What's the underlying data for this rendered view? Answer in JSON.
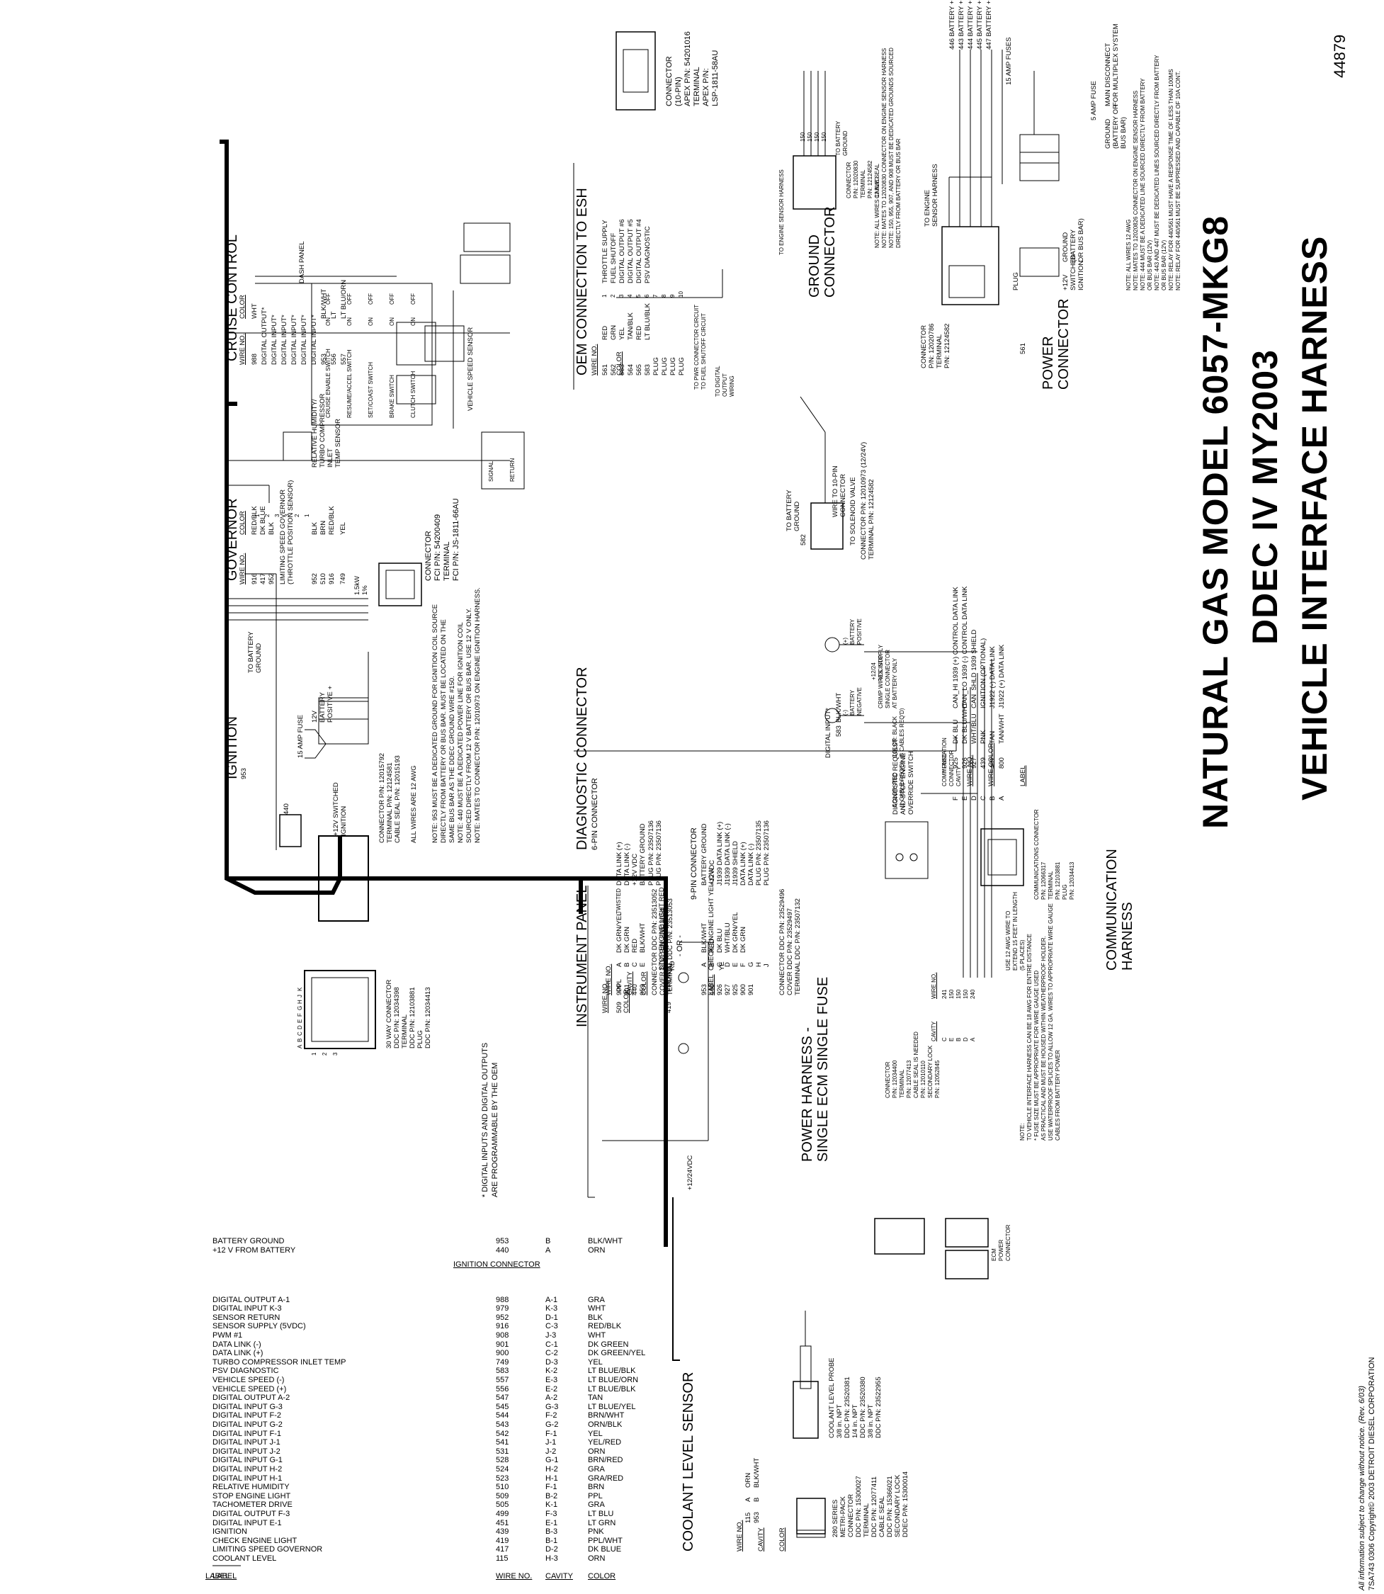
{
  "doc_number": "44879",
  "title": {
    "line1": "NATURAL GAS MODEL 6057-MKG8",
    "line2": "DDEC IV MY2003",
    "line3": "VEHICLE INTERFACE HARNESS"
  },
  "footer": {
    "notice": "All information subject to change without notice. (Rev. 6/03)",
    "copyright": "7SA743 0306 Copyright© 2003 DETROIT DIESEL CORPORATION"
  },
  "pin_table": {
    "headers": {
      "label": "LABEL",
      "wire": "WIRE NO.",
      "cavity": "CAVITY",
      "color": "COLOR"
    },
    "rows": [
      {
        "label": "COOLANT LEVEL",
        "wire": "115",
        "cavity": "H-3",
        "color": "ORN"
      },
      {
        "label": "LIMITING SPEED GOVERNOR",
        "wire": "417",
        "cavity": "D-2",
        "color": "DK BLUE"
      },
      {
        "label": "CHECK ENGINE LIGHT",
        "wire": "419",
        "cavity": "B-1",
        "color": "PPL/WHT"
      },
      {
        "label": "IGNITION",
        "wire": "439",
        "cavity": "B-3",
        "color": "PNK"
      },
      {
        "label": "DIGITAL INPUT E-1",
        "wire": "451",
        "cavity": "E-1",
        "color": "LT GRN"
      },
      {
        "label": "DIGITAL OUTPUT F-3",
        "wire": "499",
        "cavity": "F-3",
        "color": "LT BLU"
      },
      {
        "label": "TACHOMETER DRIVE",
        "wire": "505",
        "cavity": "K-1",
        "color": "GRA"
      },
      {
        "label": "STOP ENGINE LIGHT",
        "wire": "509",
        "cavity": "B-2",
        "color": "PPL"
      },
      {
        "label": "RELATIVE HUMIDITY",
        "wire": "510",
        "cavity": "F-1",
        "color": "BRN"
      },
      {
        "label": "DIGITAL INPUT H-1",
        "wire": "523",
        "cavity": "H-1",
        "color": "GRA/RED"
      },
      {
        "label": "DIGITAL INPUT H-2",
        "wire": "524",
        "cavity": "H-2",
        "color": "GRA"
      },
      {
        "label": "DIGITAL INPUT G-1",
        "wire": "528",
        "cavity": "G-1",
        "color": "BRN/RED"
      },
      {
        "label": "DIGITAL INPUT J-2",
        "wire": "531",
        "cavity": "J-2",
        "color": "ORN"
      },
      {
        "label": "DIGITAL INPUT J-1",
        "wire": "541",
        "cavity": "J-1",
        "color": "YEL/RED"
      },
      {
        "label": "DIGITAL INPUT F-1",
        "wire": "542",
        "cavity": "F-1",
        "color": "YEL"
      },
      {
        "label": "DIGITAL INPUT G-2",
        "wire": "543",
        "cavity": "G-2",
        "color": "ORN/BLK"
      },
      {
        "label": "DIGITAL INPUT F-2",
        "wire": "544",
        "cavity": "F-2",
        "color": "BRN/WHT"
      },
      {
        "label": "DIGITAL INPUT G-3",
        "wire": "545",
        "cavity": "G-3",
        "color": "LT BLUE/YEL"
      },
      {
        "label": "DIGITAL OUTPUT A-2",
        "wire": "547",
        "cavity": "A-2",
        "color": "TAN"
      },
      {
        "label": "VEHICLE SPEED (+)",
        "wire": "556",
        "cavity": "E-2",
        "color": "LT BLUE/BLK"
      },
      {
        "label": "VEHICLE SPEED (-)",
        "wire": "557",
        "cavity": "E-3",
        "color": "LT BLUE/ORN"
      },
      {
        "label": "PSV DIAGNOSTIC",
        "wire": "583",
        "cavity": "K-2",
        "color": "LT BLUE/BLK"
      },
      {
        "label": "TURBO COMPRESSOR INLET TEMP",
        "wire": "749",
        "cavity": "D-3",
        "color": "YEL"
      },
      {
        "label": "DATA LINK (+)",
        "wire": "900",
        "cavity": "C-2",
        "color": "DK GREEN/YEL"
      },
      {
        "label": "DATA LINK (-)",
        "wire": "901",
        "cavity": "C-1",
        "color": "DK GREEN"
      },
      {
        "label": "PWM #1",
        "wire": "908",
        "cavity": "J-3",
        "color": "WHT"
      },
      {
        "label": "SENSOR SUPPLY (5VDC)",
        "wire": "916",
        "cavity": "C-3",
        "color": "RED/BLK"
      },
      {
        "label": "SENSOR RETURN",
        "wire": "952",
        "cavity": "D-1",
        "color": "BLK"
      },
      {
        "label": "DIGITAL INPUT K-3",
        "wire": "979",
        "cavity": "K-3",
        "color": "WHT"
      },
      {
        "label": "DIGITAL OUTPUT A-1",
        "wire": "988",
        "cavity": "A-1",
        "color": "GRA"
      }
    ],
    "ignition_connector": {
      "title": "IGNITION CONNECTOR",
      "rows": [
        {
          "label": "+12 V FROM BATTERY",
          "wire": "440",
          "cavity": "A",
          "color": "ORN"
        },
        {
          "label": "BATTERY GROUND",
          "wire": "953",
          "cavity": "B",
          "color": "BLK/WHT"
        }
      ]
    }
  },
  "ecm_connector": {
    "lines": [
      "30 WAY CONNECTOR",
      "DDC P/N: 12034398",
      "TERMINAL",
      "DDC P/N: 12103881",
      "PLUG",
      "DDC P/N: 12034413"
    ],
    "row_letters": [
      "A",
      "B",
      "C",
      "D",
      "E",
      "F",
      "G",
      "H",
      "J",
      "K"
    ],
    "col_numbers": [
      "1",
      "2",
      "3"
    ]
  },
  "programmable_note": [
    "* DIGITAL INPUTS AND DIGITAL OUTPUTS",
    "ARE PROGRAMMABLE BY THE OEM"
  ],
  "cruise_control": {
    "title": "CRUISE CONTROL",
    "headers": {
      "wire": "WIRE NO.",
      "color": "COLOR"
    },
    "wires": [
      {
        "wire": "988",
        "color": "WHT",
        "label": ""
      },
      {
        "label": "DIGITAL OUTPUT*",
        "wire": "",
        "color": ""
      },
      {
        "label": "DIGITAL INPUT*",
        "wire": "",
        "color": ""
      },
      {
        "label": "DIGITAL INPUT*",
        "wire": "",
        "color": ""
      },
      {
        "label": "DIGITAL INPUT*",
        "wire": "",
        "color": ""
      },
      {
        "label": "DIGITAL INPUT*",
        "wire": "",
        "color": ""
      },
      {
        "label": "DIGITAL INPUT*",
        "wire": "",
        "color": ""
      },
      {
        "wire": "953",
        "color": "BLK/WHT",
        "label": ""
      },
      {
        "wire": "556",
        "color": "LT",
        "label": ""
      },
      {
        "wire": "557",
        "color": "LT BLU/ORN",
        "label": ""
      }
    ],
    "dash_panel": "DASH PANEL",
    "on": "ON",
    "off": "OFF",
    "switches": [
      "CRUISE ENABLE SWITCH",
      "RESUME/ACCEL SWITCH",
      "SET/COAST SWITCH",
      "BRAKE SWITCH",
      "CLUTCH SWITCH"
    ],
    "vss": "VEHICLE SPEED SENSOR",
    "signal": "SIGNAL",
    "return": "RETURN"
  },
  "governor": {
    "title": "GOVERNOR",
    "headers": {
      "wire": "WIRE NO.",
      "color": "COLOR"
    },
    "lsg_wires": [
      {
        "wire": "916",
        "color": "RED/BLK"
      },
      {
        "wire": "417",
        "color": "DK BLUE"
      },
      {
        "wire": "952",
        "color": "BLK"
      }
    ],
    "lsg_label": [
      "LIMITING SPEED GOVERNOR",
      "(THROTTLE POSITION SENSOR)"
    ],
    "rh_wires": [
      {
        "wire": "952",
        "color": "BLK"
      },
      {
        "wire": "510",
        "color": "BRN"
      },
      {
        "wire": "916",
        "color": "RED/BLK"
      }
    ],
    "rh_label": [
      "RELATIVE HUMIDITY/",
      "TURBO COMPRESSOR",
      "INLET",
      "TEMP SENSOR"
    ],
    "temp_wire": {
      "wire": "749",
      "color": "YEL"
    },
    "resistor": [
      "1.5kW",
      "1%"
    ],
    "connector": [
      "CONNECTOR",
      "FCI P/N: 54200409",
      "TERMINAL",
      "FCI P/N: JS-1811-66AU"
    ],
    "pins": [
      "1",
      "2",
      "3",
      "3",
      "2",
      "1"
    ]
  },
  "ignition": {
    "title": "IGNITION",
    "wire_953": "953",
    "wire_440": "440",
    "fuse": "15 AMP FUSE",
    "battery_pos": [
      "12V",
      "BATTERY",
      "POSITIVE +"
    ],
    "to_battery_ground": [
      "TO BATTERY",
      "GROUND"
    ],
    "switched": [
      "+12V SWITCHED",
      "IGNITION"
    ],
    "connector": [
      "CONNECTOR P/N: 12015792",
      "TERMINAL P/N: 12124581",
      "CABLE SEAL P/N: 12015193"
    ],
    "all_wires": "ALL WIRES ARE 12 AWG",
    "notes": [
      "NOTE: 953 MUST BE A DEDICATED GROUND FOR IGNITION COIL SOURCE",
      "DIRECTLY FROM BATTERY OR BUS BAR. MUST BE LOCATED ON THE",
      "SAME BUS BAR AS THE DDEC GROUND WIRE #150.",
      "NOTE: 440 MUST BE A DEDICATED POWER LINE FOR IGNITION COIL",
      "SOURCED DIRECTLY FROM 12 V BATTERY OR BUS BAR. USE 12 V ONLY.",
      "NOTE: MATES TO CONNECTOR P/N: 12010973 ON ENGINE IGNITION HARNESS."
    ]
  },
  "diagnostic_connector": {
    "title": "DIAGNOSTIC CONNECTOR",
    "six_pin_title": "6-PIN CONNECTOR",
    "headers": {
      "wire": "WIRE NO.",
      "cavity": "CAVITY",
      "color": "COLOR",
      "label": "LABEL"
    },
    "six_pin": [
      {
        "wire": "900",
        "cavity": "A",
        "color": "DK GRN/YEL",
        "label": "DATA LINK (+)"
      },
      {
        "wire": "901",
        "cavity": "B",
        "color": "DK GRN",
        "label": "DATA LINK (-)"
      },
      {
        "wire": "440",
        "cavity": "C",
        "color": "RED",
        "label": "+12V VDC"
      },
      {
        "wire": "953",
        "cavity": "E",
        "color": "BLK/WHT",
        "label": "BATTERY GROUND"
      }
    ],
    "twisted": "TWISTED",
    "six_pin_parts": [
      "CONNECTOR DDC P/N: 23513052",
      "COVER DDC P/N: 23513054",
      "TERMINAL DDC P/N: 23513053"
    ],
    "six_pin_parts2": [
      "PLUG P/N: 23507136",
      "PLUG P/N: 23507136"
    ],
    "or": "- OR -",
    "nine_pin_title": "9-PIN CONNECTOR",
    "nine_pin": [
      {
        "wire": "953",
        "cavity": "A",
        "color": "BLK/WHT",
        "label": "BATTERY GROUND"
      },
      {
        "wire": "440",
        "cavity": "B",
        "color": "RED",
        "label": "+12VDC"
      },
      {
        "wire": "926",
        "cavity": "C",
        "color": "DK BLU",
        "label": "J1939 DATA LINK (+)"
      },
      {
        "wire": "927",
        "cavity": "D",
        "color": "WHT/BLU",
        "label": "J1939 DATA LINK (-)"
      },
      {
        "wire": "925",
        "cavity": "E",
        "color": "DK GRN/YEL",
        "label": "J1939 SHIELD"
      },
      {
        "wire": "900",
        "cavity": "F",
        "color": "DK GRN",
        "label": "DATA LINK (+)"
      },
      {
        "wire": "901",
        "cavity": "G",
        "color": "",
        "label": "DATA LINK (-)"
      },
      {
        "wire": "",
        "cavity": "H",
        "color": "",
        "label": "PLUG P/N: 23507135"
      },
      {
        "wire": "",
        "cavity": "J",
        "color": "",
        "label": "PLUG P/N: 23507136"
      }
    ],
    "nine_pin_parts": [
      "CONNECTOR DDC P/N: 23529496",
      "COVER DDC P/N: 23529497",
      "TERMINAL DDC P/N: 23507132"
    ],
    "request": {
      "wire": "583",
      "color": "BLK/WHT",
      "label": "DIGITAL INPUT*"
    },
    "request_label": [
      "DIAGNOSTIC REQUEST",
      "AND STOP ENGINE",
      "OVERRIDE SWITCH"
    ]
  },
  "instrument_panel": {
    "title": "INSTRUMENT PANEL",
    "headers": {
      "wire": "WIRE NO.",
      "color": "COLOR"
    },
    "lamps": [
      {
        "wire": "509",
        "color": "PPL",
        "label": "STOP ENGINE LIGHT RED",
        "code": "RD"
      },
      {
        "wire": "419",
        "color": "PPL/WHT",
        "label": "CHECK ENGINE LIGHT YELLOW",
        "code": "YE"
      }
    ],
    "supply": "+12/24VDC"
  },
  "oem_esh": {
    "title": "OEM CONNECTION TO ESH",
    "headers": {
      "wire": "WIRE NO.",
      "color": "COLOR"
    },
    "wires": [
      {
        "wire": "561",
        "color": "RED",
        "pin": "1",
        "label": "THROTTLE SUPPLY"
      },
      {
        "wire": "562",
        "color": "GRN",
        "pin": "2",
        "label": "FUEL SHUTOFF"
      },
      {
        "wire": "563",
        "color": "YEL",
        "pin": "3",
        "label": "DIGITAL OUTPUT #6"
      },
      {
        "wire": "564",
        "color": "TAN/BLK",
        "pin": "4",
        "label": "DIGITAL OUTPUT #5"
      },
      {
        "wire": "565",
        "color": "RED",
        "pin": "5",
        "label": "DIGITAL OUTPUT #4"
      },
      {
        "wire": "583",
        "color": "LT BLU/BLK",
        "pin": "6",
        "label": "PSV DIAGNOSTIC"
      },
      {
        "wire": "PLUG",
        "color": "",
        "pin": "7",
        "label": ""
      },
      {
        "wire": "PLUG",
        "color": "",
        "pin": "8",
        "label": ""
      },
      {
        "wire": "PLUG",
        "color": "",
        "pin": "9",
        "label": ""
      },
      {
        "wire": "PLUG",
        "color": "",
        "pin": "10",
        "label": ""
      }
    ],
    "ten_pin": [
      "CONNECTOR",
      "(10-PIN)",
      "APEX P/N: 54201016",
      "TERMINAL",
      "APEX P/N:",
      "LSP-1811-58AU"
    ],
    "to_pwr": [
      "TO PWR CONNECTOR CIRCUIT",
      "TO FUEL SHUTOFF CIRCUIT"
    ],
    "to_digital": [
      "TO DIGITAL",
      "OUTPUT",
      "WIRING"
    ],
    "to_battery_ground": [
      "TO BATTERY",
      "GROUND"
    ],
    "wire_582": "582",
    "to_solenoid": "TO SOLENOID VALVE",
    "to_10pin": [
      "WIRE TO 10-PIN",
      "CONNECTOR"
    ],
    "sol_connector": [
      "CONNECTOR P/N: 12010973 (12/24V)",
      "TERMINAL P/N: 12124582"
    ]
  },
  "ground_connector": {
    "title": [
      "GROUND",
      "CONNECTOR"
    ],
    "to_battery_ground": [
      "TO BATTERY",
      "GROUND"
    ],
    "to_harness": "TO ENGINE SENSOR HARNESS",
    "wires": [
      "150",
      "150",
      "150",
      "150"
    ],
    "connector": [
      "CONNECTOR",
      "P/N: 12020830",
      "TERMINAL",
      "P/N: 12124582",
      "CABLE SEAL"
    ],
    "notes": [
      "NOTE: ALL WIRES 12 AWG",
      "NOTE: MATES TO 12020830 CONNECTOR ON ENGINE SENSOR HARNESS",
      "NOTE: 150, 955, 907, AND 908 MUST BE DEDICATED GROUNDS SOURCED",
      "DIRECTLY FROM BATTERY OR BUS BAR"
    ]
  },
  "power_connector": {
    "title": [
      "POWER",
      "CONNECTOR"
    ],
    "to_harness": [
      "TO ENGINE",
      "SENSOR HARNESS"
    ],
    "plug": "PLUG",
    "wire_561": "561",
    "switched": [
      "+12V",
      "SWITCHED",
      "IGNITION"
    ],
    "ground": [
      "GROUND",
      "(BATTERY",
      "OR BUS BAR)"
    ],
    "connector": [
      "CONNECTOR",
      "P/N: 12020786",
      "TERMINAL",
      "P/N: 12124582"
    ],
    "battery": [
      "446 BATTERY +",
      "443 BATTERY +",
      "444 BATTERY +",
      "445 BATTERY +",
      "447 BATTERY +"
    ],
    "fuses": "15 AMP FUSES",
    "fuse5": "5 AMP FUSE",
    "main_disconnect": [
      "MAIN DISCONNECT",
      "FOR MULTIPLEX SYSTEM"
    ],
    "main_ground": [
      "GROUND",
      "(BATTERY OR",
      "BUS BAR)"
    ],
    "notes": [
      "NOTE: ALL WIRES 12 AWG",
      "NOTE: MATES TO 12020826 CONNECTOR ON ENGINE SENSOR HARNESS",
      "NOTE: 444 MUST BE A DEDICATED LINE SOURCED DIRECTLY FROM BATTERY",
      "OR BUS BAR (12V)",
      "NOTE: 443 AND 447 MUST BE DEDICATED LINES SOURCED DIRECTLY FROM BATTERY",
      "OR BUS BAR (12V)",
      "NOTE: RELAY FOR 440/561 MUST HAVE A RESPONSE TIME OF LESS THAN 100MS",
      "NOTE: RELAY FOR 440/561 MUST BE SUPPRESSED AND CAPABLE OF 10A CONT."
    ]
  },
  "communication": {
    "title": [
      "COMMUNICATION",
      "HARNESS"
    ],
    "conn_title": [
      "COMMUNICATION",
      "CONNECTOR",
      "CAVITY"
    ],
    "headers": {
      "wire": "WIRE NO.",
      "color": "WIRE COLOR",
      "label": "LABEL"
    },
    "rows": [
      {
        "cavity": "F",
        "wire": "925",
        "color": "DK BLU",
        "label": "CAN_HI 1939 (+) CONTROL DATA LINK"
      },
      {
        "cavity": "E",
        "wire": "926",
        "color": "DK BLU/WHT",
        "label": "CAN_LO 1939 (-) CONTROL DATA LINK"
      },
      {
        "cavity": "D",
        "wire": "927",
        "color": "WHT/BLU",
        "label": "CAN_SHLD 1939 SHIELD"
      },
      {
        "cavity": "C",
        "wire": "439",
        "color": "PNK",
        "label": "IGNITION (OPTIONAL)"
      },
      {
        "cavity": "B",
        "wire": "401",
        "color": "TAN",
        "label": "J1922 (-) DATA LINK"
      },
      {
        "cavity": "A",
        "wire": "800",
        "color": "TAN/WHT",
        "label": "J1922 (+) DATA LINK"
      }
    ],
    "parts": [
      "COMMUNICATIONS CONNECTOR",
      "P/N: 12066317",
      "TERMINAL",
      "P/N: 12103881",
      "PLUG",
      "P/N: 12034413"
    ]
  },
  "coolant": {
    "title": "COOLANT LEVEL SENSOR",
    "headers": {
      "wire": "WIRE NO.",
      "cavity": "CAVITY",
      "color": "COLOR"
    },
    "rows": [
      {
        "wire": "115",
        "cavity": "A",
        "color": "ORN"
      },
      {
        "wire": "953",
        "cavity": "B",
        "color": "BLK/WHT"
      }
    ],
    "probe": [
      "COOLANT LEVEL PROBE",
      "3/8 in. NPT",
      "DDC P/N: 23520381",
      "1/4 in. NPT",
      "DDC P/N: 23520380",
      "3/8 in. NPT",
      "DDC P/N: 23522955"
    ],
    "connector": [
      "280 SERIES",
      "METRI-PACK",
      "CONNECTOR",
      "DDC P/N: 15300027",
      "TERMINAL",
      "DDC P/N: 12077411",
      "CABLE SEAL",
      "DDC P/N: 15366021",
      "SECONDARY LOCK",
      "DDEC P/N: 15300014"
    ]
  },
  "power_harness": {
    "title": [
      "POWER HARNESS -",
      "SINGLE ECM SINGLE FUSE"
    ],
    "neg": [
      "(-)",
      "BATTERY",
      "NEGATIVE"
    ],
    "pos": [
      "(+)",
      "BATTERY",
      "POSITIVE"
    ],
    "vdc": [
      "+12/24",
      "VDC SUPPLY"
    ],
    "crimp": [
      "CRIMP WIRES INTO",
      "SINGLE CONNECTOR",
      "AT BATTERY ONLY"
    ],
    "black": [
      "COLOR: BLACK",
      "(5 CABLES REQ'D)"
    ],
    "red": [
      "COLOR: RED",
      "(1 CABLE REQ'D)"
    ],
    "fuse": "* FUSE",
    "use_awg": [
      "USE 12 AWG WIRE TO",
      "EXTEND 15 FEET IN LENGTH",
      "(5 PLACES)"
    ],
    "cavity_table": [
      {
        "cavity": "C",
        "wire": "241"
      },
      {
        "cavity": "E",
        "wire": "150"
      },
      {
        "cavity": "B",
        "wire": "150"
      },
      {
        "cavity": "D",
        "wire": "150"
      },
      {
        "cavity": "A",
        "wire": "240"
      }
    ],
    "headers": {
      "cavity": "CAVITY",
      "wire": "WIRE NO."
    },
    "connector": [
      "CONNECTOR",
      "P/N: 12034400",
      "TERMINAL",
      "P/N: 12077413",
      "CABLE SEAL IS NEEDED",
      "P/N: 12010110",
      "SECONDARY LOCK",
      "P/N: 12052845"
    ],
    "ecm_power": [
      "ECM",
      "POWER",
      "CONNECTOR"
    ],
    "notes": [
      "NOTE:",
      "TO VEHICLE INTERFACE HARNESS CAN BE 18 AWG FOR ENTIRE DISTANCE",
      "* FUSE SIZE MUST BE APPROPRIATE FOR WIRE GAUGE USED",
      "AS PRACTICAL AND MUST BE HOUSED WITHIN WEATHERPROOF HOLDER.",
      "USE WATERPROOF SPLICES TO ALLOW 12 GA. WIRES TO APPROPRIATE WIRE GAUGE",
      "CABLES FROM BATTERY POWER"
    ]
  }
}
